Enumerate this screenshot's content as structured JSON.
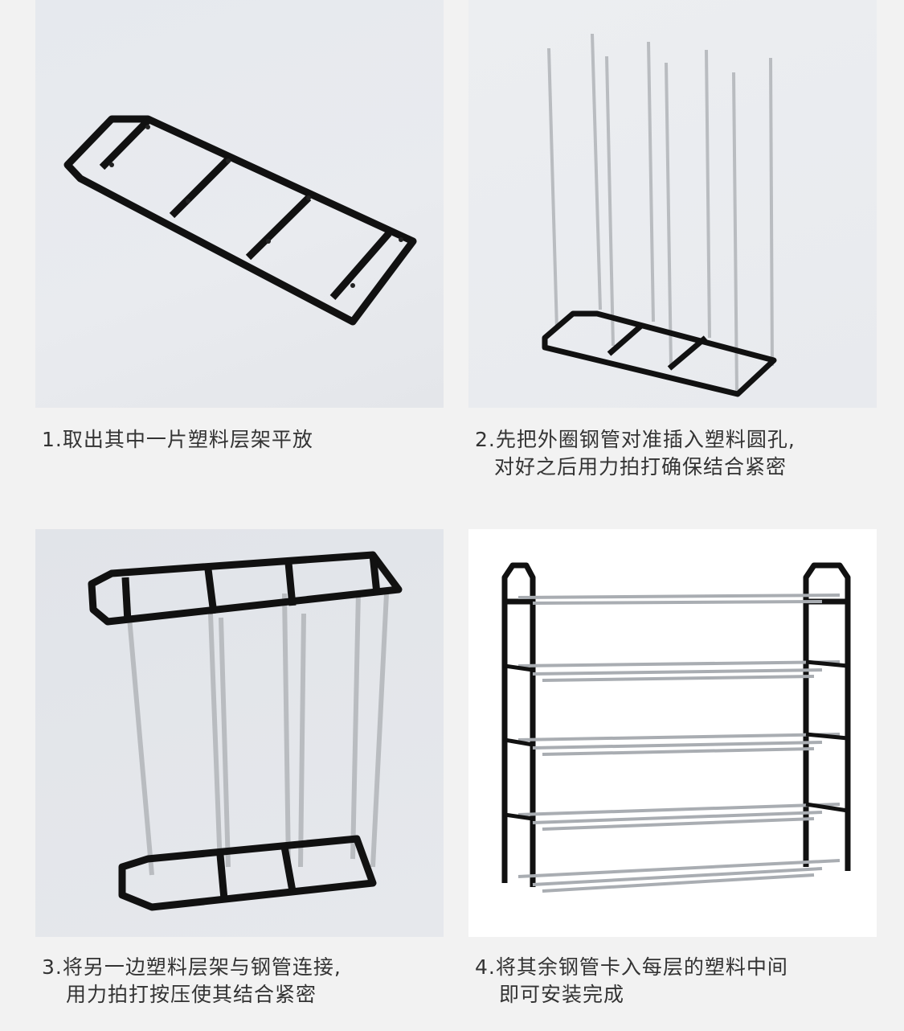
{
  "steps": [
    {
      "lines": [
        "1.取出其中一片塑料层架平放"
      ]
    },
    {
      "lines": [
        "2.先把外圈钢管对准插入塑料圆孔,",
        "对好之后用力拍打确保结合紧密"
      ]
    },
    {
      "lines": [
        "3.将另一边塑料层架与钢管连接,",
        "用力拍打按压使其结合紧密"
      ]
    },
    {
      "lines": [
        "4.将其余钢管卡入每层的塑料中间",
        "即可安装完成"
      ]
    }
  ],
  "colors": {
    "frame": "#111111",
    "steel": "#b9bcc0",
    "text": "#333333"
  }
}
